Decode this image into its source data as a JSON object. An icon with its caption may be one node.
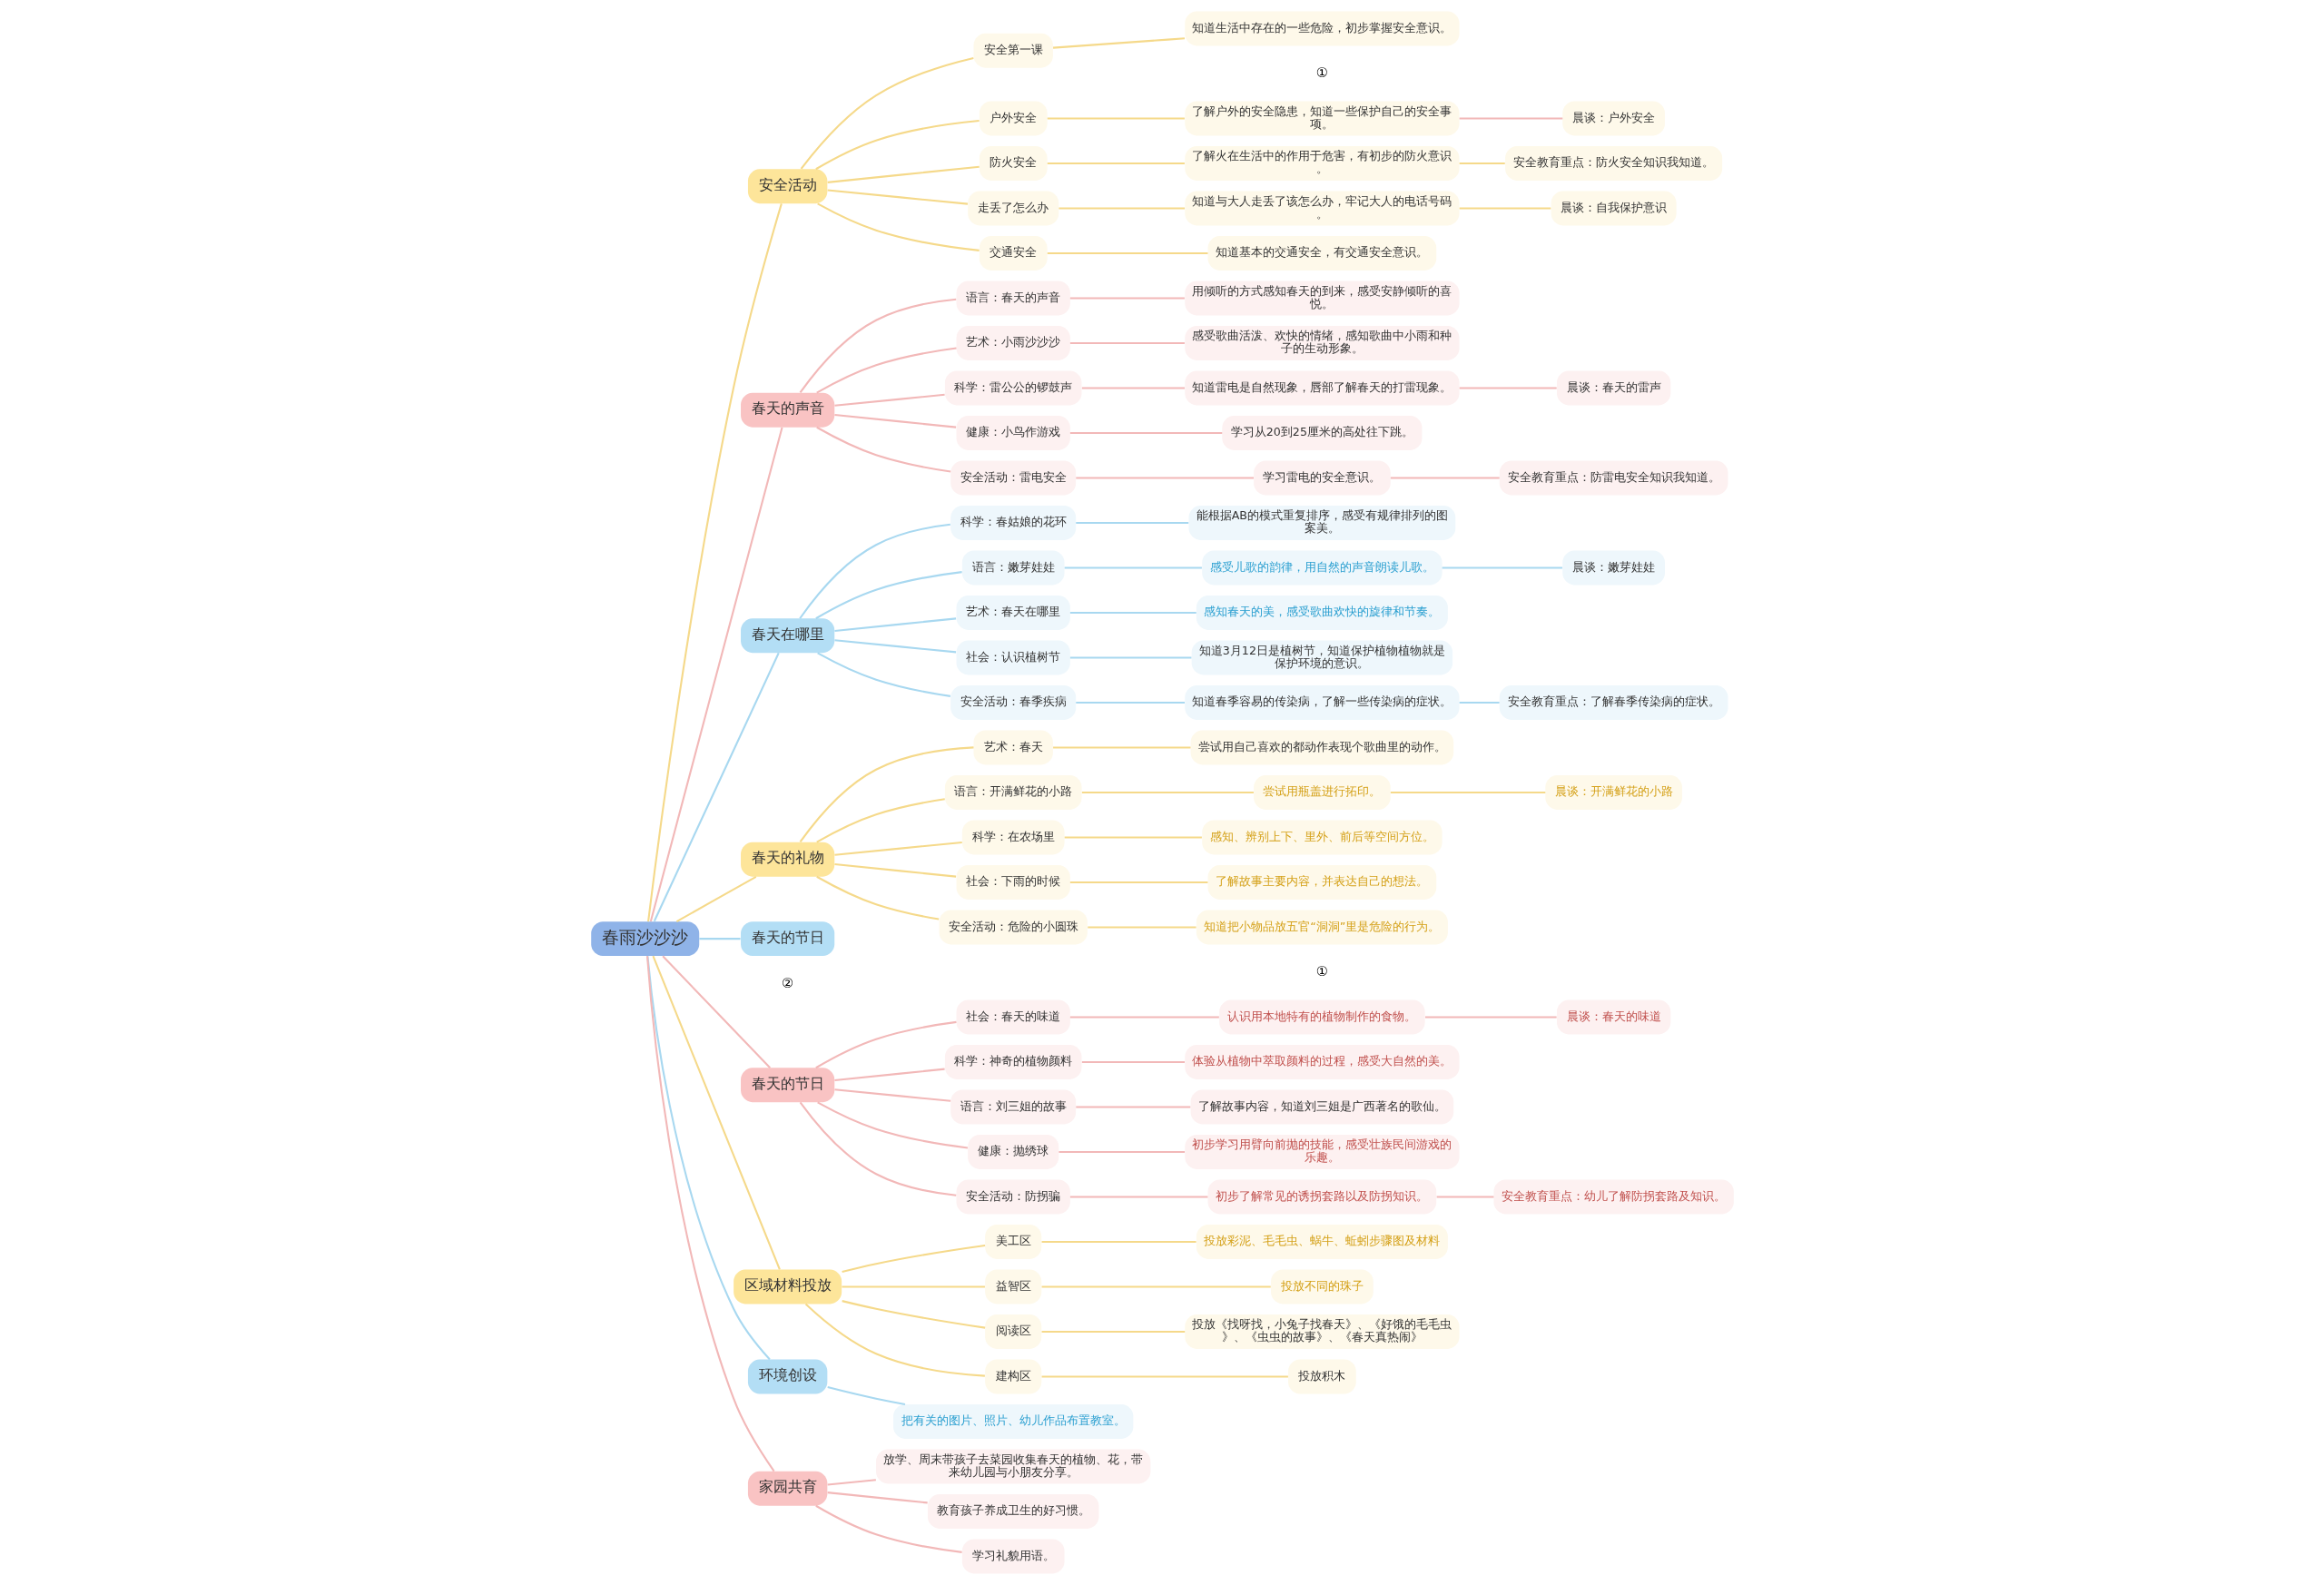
{
  "diagram": {
    "nodes": [
      {
        "text": [
          "春雨沙沙沙"
        ]
      },
      {
        "text": [
          "安全活动"
        ]
      },
      {
        "text": [
          "安全第一课"
        ]
      },
      {
        "text": [
          "知道生活中存在的一些危险，初步掌握安全意识。"
        ],
        "beside": [
          "①"
        ]
      },
      {
        "text": [
          "户外安全"
        ]
      },
      {
        "text": [
          "了解户外的安全隐患，知道一些保护自己的安全事项。"
        ]
      },
      {
        "text": [
          "晨谈：户外安全"
        ]
      },
      {
        "text": [
          "防火安全"
        ]
      },
      {
        "text": [
          "了解火在生活中的作用于危害，有初步的防火意识。"
        ]
      },
      {
        "text": [
          "安全教育重点：防火安全知识我知道。"
        ]
      },
      {
        "text": [
          "走丢了怎么办"
        ]
      },
      {
        "text": [
          "知道与大人走丢了该怎么办，牢记大人的电话号码。"
        ]
      },
      {
        "text": [
          "晨谈：自我保护意识"
        ]
      },
      {
        "text": [
          "交通安全"
        ]
      },
      {
        "text": [
          "知道基本的交通安全，有交通安全意识。"
        ]
      },
      {
        "text": [
          "春天的声音"
        ]
      },
      {
        "text": [
          "语言：春天的声音"
        ]
      },
      {
        "text": [
          "用倾听的方式感知春天的到来，感受安静倾听的喜悦。"
        ]
      },
      {
        "text": [
          "艺术：小雨沙沙沙"
        ]
      },
      {
        "text": [
          "感受歌曲活泼、欢快的情绪，感知歌曲中小雨和种子的生动形象。"
        ]
      },
      {
        "text": [
          "科学：雷公公的锣鼓声"
        ]
      },
      {
        "text": [
          "知道雷电是自然现象，唇部了解春天的打雷现象。"
        ]
      },
      {
        "text": [
          "晨谈：春天的雷声"
        ]
      },
      {
        "text": [
          "健康：小鸟作游戏"
        ]
      },
      {
        "text": [
          "学习从20到25厘米的高处往下跳。"
        ]
      },
      {
        "text": [
          "安全活动：雷电安全"
        ]
      },
      {
        "text": [
          "学习雷电的安全意识。"
        ]
      },
      {
        "text": [
          "安全教育重点：防雷电安全知识我知道。"
        ]
      },
      {
        "text": [
          "春天在哪里"
        ]
      },
      {
        "text": [
          "科学：春姑娘的花环"
        ]
      },
      {
        "text": [
          "能根据AB的模式重复排序，感受有规律排列的图案美。"
        ]
      },
      {
        "text": [
          "语言：嫩芽娃娃"
        ]
      },
      {
        "text": [
          "感受儿歌的韵律，用自然的声音朗读儿歌。"
        ]
      },
      {
        "text": [
          "晨谈：嫩芽娃娃"
        ]
      },
      {
        "text": [
          "艺术：春天在哪里"
        ]
      },
      {
        "text": [
          "感知春天的美，感受歌曲欢快的旋律和节奏。"
        ]
      },
      {
        "text": [
          "社会：认识植树节"
        ]
      },
      {
        "text": [
          "知道3月12日是植树节，知道保护植物植物就是保护环境的意识。"
        ]
      },
      {
        "text": [
          "安全活动：春季疾病"
        ]
      },
      {
        "text": [
          "知道春季容易的传染病，了解一些传染病的症状。"
        ]
      },
      {
        "text": [
          "安全教育重点：了解春季传染病的症状。"
        ]
      },
      {
        "text": [
          "春天的礼物"
        ]
      },
      {
        "text": [
          "艺术：春天"
        ]
      },
      {
        "text": [
          "尝试用自己喜欢的都动作表现个歌曲里的动作。"
        ]
      },
      {
        "text": [
          "语言：开满鲜花的小路"
        ]
      },
      {
        "text": [
          "尝试用瓶盖进行拓印。"
        ]
      },
      {
        "text": [
          "晨谈：开满鲜花的小路"
        ]
      },
      {
        "text": [
          "科学：在农场里"
        ]
      },
      {
        "text": [
          "感知、辨别上下、里外、前后等空间方位。"
        ]
      },
      {
        "text": [
          "社会：下雨的时候"
        ]
      },
      {
        "text": [
          "了解故事主要内容，并表达自己的想法。"
        ]
      },
      {
        "text": [
          "安全活动：危险的小圆珠"
        ]
      },
      {
        "text": [
          "知道把小物品放五官“洞洞”里是危险的行为。"
        ],
        "beside": [
          "①"
        ]
      },
      {
        "text": [
          "春天的节日"
        ],
        "beside": [
          "②"
        ]
      },
      {
        "text": [
          "春天的节日"
        ]
      },
      {
        "text": [
          "社会：春天的味道"
        ]
      },
      {
        "text": [
          "认识用本地特有的植物制作的食物。"
        ]
      },
      {
        "text": [
          "晨谈：春天的味道"
        ]
      },
      {
        "text": [
          "科学：神奇的植物颜料"
        ]
      },
      {
        "text": [
          "体验从植物中萃取颜料的过程，感受大自然的美。"
        ]
      },
      {
        "text": [
          "语言：刘三姐的故事"
        ]
      },
      {
        "text": [
          "了解故事内容，知道刘三姐是广西著名的歌仙。"
        ]
      },
      {
        "text": [
          "健康：抛绣球"
        ]
      },
      {
        "text": [
          "初步学习用臂向前抛的技能，感受壮族民间游戏的乐趣。"
        ]
      },
      {
        "text": [
          "安全活动：防拐骗"
        ]
      },
      {
        "text": [
          "初步了解常见的诱拐套路以及防拐知识。"
        ]
      },
      {
        "text": [
          "安全教育重点：幼儿了解防拐套路及知识。"
        ]
      },
      {
        "text": [
          "区域材料投放"
        ]
      },
      {
        "text": [
          "美工区"
        ]
      },
      {
        "text": [
          "投放彩泥、毛毛虫、蜗牛、蚯蚓步骤图及材料"
        ]
      },
      {
        "text": [
          "益智区"
        ]
      },
      {
        "text": [
          "投放不同的珠子"
        ]
      },
      {
        "text": [
          "阅读区"
        ]
      },
      {
        "text": [
          "投放《找呀找，小兔子找春天》、《好饿的毛毛虫》、《虫虫的故事》、《春天真热闹》"
        ]
      },
      {
        "text": [
          "建构区"
        ]
      },
      {
        "text": [
          "投放积木"
        ]
      },
      {
        "text": [
          "环境创设"
        ]
      },
      {
        "text": [
          "把有关的图片、照片、幼儿作品布置教室。"
        ]
      },
      {
        "text": [
          "家园共育"
        ]
      },
      {
        "text": [
          "放学、周末带孩子去菜园收集春天的植物、花，带来幼儿园与小朋友分享。"
        ]
      },
      {
        "text": [
          "教育孩子养成卫生的好习惯。"
        ]
      },
      {
        "text": [
          "学习礼貌用语。"
        ]
      }
    ],
    "edges": [
      {
        "from": 0,
        "to": 1,
        "arrow": "none"
      },
      {
        "from": 1,
        "to": 2,
        "arrow": "none"
      },
      {
        "from": 2,
        "to": 3,
        "arrow": "none"
      },
      {
        "from": 1,
        "to": 4,
        "arrow": "none"
      },
      {
        "from": 4,
        "to": 5,
        "arrow": "none"
      },
      {
        "from": 5,
        "to": 6,
        "arrow": "none",
        "color": "#f2b8b8"
      },
      {
        "from": 1,
        "to": 7,
        "arrow": "none"
      },
      {
        "from": 7,
        "to": 8,
        "arrow": "none"
      },
      {
        "from": 8,
        "to": 9,
        "arrow": "none"
      },
      {
        "from": 1,
        "to": 10,
        "arrow": "none"
      },
      {
        "from": 10,
        "to": 11,
        "arrow": "none"
      },
      {
        "from": 11,
        "to": 12,
        "arrow": "none"
      },
      {
        "from": 1,
        "to": 13,
        "arrow": "none"
      },
      {
        "from": 13,
        "to": 14,
        "arrow": "none"
      },
      {
        "from": 0,
        "to": 15,
        "arrow": "none",
        "color": "#f2b8b8"
      },
      {
        "from": 15,
        "to": 16,
        "arrow": "none",
        "color": "#f2b8b8"
      },
      {
        "from": 16,
        "to": 17,
        "arrow": "none",
        "color": "#f2b8b8"
      },
      {
        "from": 15,
        "to": 18,
        "arrow": "none",
        "color": "#f2b8b8"
      },
      {
        "from": 18,
        "to": 19,
        "arrow": "none",
        "color": "#f2b8b8"
      },
      {
        "from": 15,
        "to": 20,
        "arrow": "none",
        "color": "#f2b8b8"
      },
      {
        "from": 20,
        "to": 21,
        "arrow": "none",
        "color": "#f2b8b8"
      },
      {
        "from": 21,
        "to": 22,
        "arrow": "none",
        "color": "#f2b8b8"
      },
      {
        "from": 15,
        "to": 23,
        "arrow": "none",
        "color": "#f2b8b8"
      },
      {
        "from": 23,
        "to": 24,
        "arrow": "none",
        "color": "#f2b8b8"
      },
      {
        "from": 15,
        "to": 25,
        "arrow": "none",
        "color": "#f2b8b8"
      },
      {
        "from": 25,
        "to": 26,
        "arrow": "none",
        "color": "#f2b8b8"
      },
      {
        "from": 26,
        "to": 27,
        "arrow": "none",
        "color": "#f2b8b8"
      },
      {
        "from": 0,
        "to": 28,
        "arrow": "none",
        "color": "#a8d8f0"
      },
      {
        "from": 28,
        "to": 29,
        "arrow": "none",
        "color": "#a8d8f0"
      },
      {
        "from": 29,
        "to": 30,
        "arrow": "none",
        "color": "#a8d8f0"
      },
      {
        "from": 28,
        "to": 31,
        "arrow": "none",
        "color": "#a8d8f0"
      },
      {
        "from": 31,
        "to": 32,
        "arrow": "none",
        "color": "#a8d8f0"
      },
      {
        "from": 32,
        "to": 33,
        "arrow": "none",
        "color": "#a8d8f0"
      },
      {
        "from": 28,
        "to": 34,
        "arrow": "none",
        "color": "#a8d8f0"
      },
      {
        "from": 34,
        "to": 35,
        "arrow": "none",
        "color": "#a8d8f0"
      },
      {
        "from": 28,
        "to": 36,
        "arrow": "none",
        "color": "#a8d8f0"
      },
      {
        "from": 36,
        "to": 37,
        "arrow": "none",
        "color": "#a8d8f0"
      },
      {
        "from": 28,
        "to": 38,
        "arrow": "none",
        "color": "#a8d8f0"
      },
      {
        "from": 38,
        "to": 39,
        "arrow": "none",
        "color": "#a8d8f0"
      },
      {
        "from": 39,
        "to": 40,
        "arrow": "none",
        "color": "#a8d8f0"
      },
      {
        "from": 0,
        "to": 41,
        "arrow": "none"
      },
      {
        "from": 41,
        "to": 42,
        "arrow": "none"
      },
      {
        "from": 42,
        "to": 43,
        "arrow": "none"
      },
      {
        "from": 41,
        "to": 44,
        "arrow": "none"
      },
      {
        "from": 44,
        "to": 45,
        "arrow": "none"
      },
      {
        "from": 45,
        "to": 46,
        "arrow": "none"
      },
      {
        "from": 41,
        "to": 47,
        "arrow": "none"
      },
      {
        "from": 47,
        "to": 48,
        "arrow": "none"
      },
      {
        "from": 41,
        "to": 49,
        "arrow": "none"
      },
      {
        "from": 49,
        "to": 50,
        "arrow": "none"
      },
      {
        "from": 41,
        "to": 51,
        "arrow": "none"
      },
      {
        "from": 51,
        "to": 52,
        "arrow": "none"
      },
      {
        "from": 0,
        "to": 53,
        "arrow": "none",
        "color": "#a8d8f0"
      },
      {
        "from": 0,
        "to": 54,
        "arrow": "none",
        "color": "#f2b8b8"
      },
      {
        "from": 54,
        "to": 55,
        "arrow": "none",
        "color": "#f2b8b8"
      },
      {
        "from": 55,
        "to": 56,
        "arrow": "none",
        "color": "#f2b8b8"
      },
      {
        "from": 56,
        "to": 57,
        "arrow": "none",
        "color": "#f2b8b8"
      },
      {
        "from": 54,
        "to": 58,
        "arrow": "none",
        "color": "#f2b8b8"
      },
      {
        "from": 58,
        "to": 59,
        "arrow": "none",
        "color": "#f2b8b8"
      },
      {
        "from": 54,
        "to": 60,
        "arrow": "none",
        "color": "#f2b8b8"
      },
      {
        "from": 60,
        "to": 61,
        "arrow": "none",
        "color": "#f2b8b8"
      },
      {
        "from": 54,
        "to": 62,
        "arrow": "none",
        "color": "#f2b8b8"
      },
      {
        "from": 62,
        "to": 63,
        "arrow": "none",
        "color": "#f2b8b8"
      },
      {
        "from": 54,
        "to": 64,
        "arrow": "none",
        "color": "#f2b8b8"
      },
      {
        "from": 64,
        "to": 65,
        "arrow": "none",
        "color": "#f2b8b8"
      },
      {
        "from": 65,
        "to": 66,
        "arrow": "none",
        "color": "#f2b8b8"
      },
      {
        "from": 0,
        "to": 67,
        "arrow": "none"
      },
      {
        "from": 67,
        "to": 68,
        "arrow": "none"
      },
      {
        "from": 68,
        "to": 69,
        "arrow": "none"
      },
      {
        "from": 67,
        "to": 70,
        "arrow": "none"
      },
      {
        "from": 70,
        "to": 71,
        "arrow": "none"
      },
      {
        "from": 67,
        "to": 72,
        "arrow": "none"
      },
      {
        "from": 72,
        "to": 73,
        "arrow": "none"
      },
      {
        "from": 67,
        "to": 74,
        "arrow": "none"
      },
      {
        "from": 74,
        "to": 75,
        "arrow": "none"
      },
      {
        "from": 0,
        "to": 76,
        "arrow": "none",
        "color": "#a8d8f0"
      },
      {
        "from": 76,
        "to": 77,
        "arrow": "none",
        "color": "#a8d8f0"
      },
      {
        "from": 0,
        "to": 78,
        "arrow": "none",
        "color": "#f2b8b8"
      },
      {
        "from": 78,
        "to": 79,
        "arrow": "none",
        "color": "#f2b8b8"
      },
      {
        "from": 78,
        "to": 80,
        "arrow": "none",
        "color": "#f2b8b8"
      },
      {
        "from": 78,
        "to": 81,
        "arrow": "none",
        "color": "#f2b8b8"
      }
    ]
  }
}
